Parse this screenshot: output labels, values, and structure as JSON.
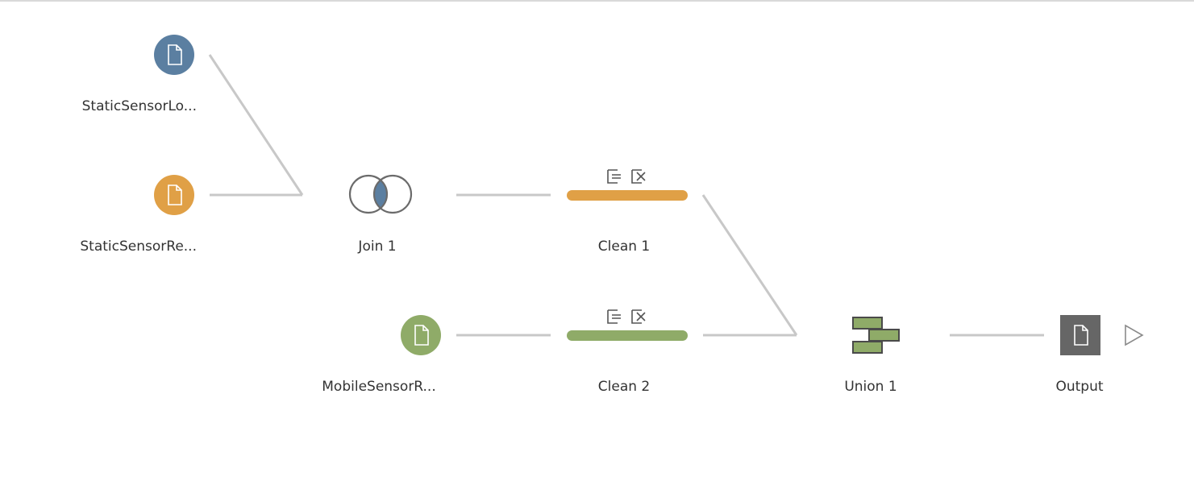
{
  "colors": {
    "connector": "#c8c8c8",
    "input_blue": "#5b7fa1",
    "input_orange": "#e0a046",
    "input_green": "#8fab68",
    "join_fill": "#5b7fa1",
    "join_stroke": "#6b6b6b",
    "clean1_bar": "#e0a046",
    "clean2_bar": "#8fab68",
    "union_fill": "#8fab68",
    "union_stroke": "#4a4a4a",
    "output_fill": "#666666",
    "icon_glyph": "#ffffff",
    "run_arrow": "#8a8a8a",
    "label_text": "#333333"
  },
  "nodes": {
    "input1": {
      "label": "StaticSensorLo...",
      "icon": "file-icon"
    },
    "input2": {
      "label": "StaticSensorRe...",
      "icon": "file-icon"
    },
    "input3": {
      "label": "MobileSensorR...",
      "icon": "file-icon"
    },
    "join1": {
      "label": "Join 1",
      "icon": "join-icon"
    },
    "clean1": {
      "label": "Clean 1",
      "icons": [
        "keep-only-field-icon",
        "remove-field-icon"
      ]
    },
    "clean2": {
      "label": "Clean 2",
      "icons": [
        "keep-only-field-icon",
        "remove-field-icon"
      ]
    },
    "union1": {
      "label": "Union 1",
      "icon": "union-icon"
    },
    "output": {
      "label": "Output",
      "icon": "file-icon",
      "action": "run-flow-icon"
    }
  }
}
